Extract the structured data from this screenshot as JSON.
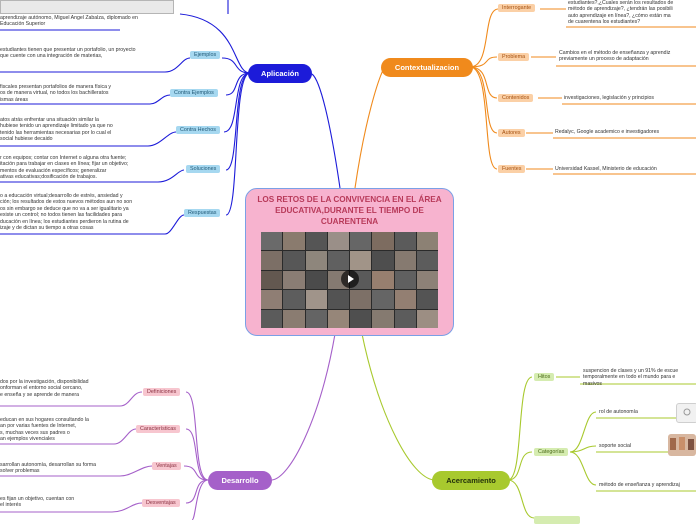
{
  "central": {
    "title": "LOS RETOS DE LA CONVIVENCIA EN EL ÁREA EDUCATIVA,DURANTE EL TIEMPO DE CUARENTENA"
  },
  "colors": {
    "aplicacion": "#1c1bd9",
    "contextualizacion": "#f08a1c",
    "desarrollo": "#a560c9",
    "acercamiento": "#a8c92e",
    "central_fill": "#f7b3cf",
    "central_border": "#7aa0e6"
  },
  "branches": {
    "aplicacion": {
      "label": "Aplicación",
      "top_text": "aprendizaje autónomo, Miguel Angel Zabalza, diplomado en\nEducación Superior",
      "ejemplos": {
        "label": "Ejemplos",
        "text": "estudiantes tienen que presentar un portafolio, un proyecto\n que cuente con una  integración de materias,"
      },
      "contra_ejemplos": {
        "label": "Contra Ejemplos",
        "text": "fiscales presentan portafolios de manera física y\nos de manera virtual, no todos los bachilleratos\nismas áreas"
      },
      "contra_hechos": {
        "label": "Contra Hechos",
        "text": "atos atrás enfrentar una situación similar la\n hubiese tenido un aprendizaje limitado ya que no\ntenido las herramientas necesarias por lo cual el\n social hubiese decaido"
      },
      "soluciones": {
        "label": "Soluciones",
        "text": "r con equipos; contar con Internet o alguna otra fuente;\nitación para trabajar en clases en línea; fijar un objetivo;\nmentos de evaluación específicos; generalizar\nativas educativas;dosificación de trabajos."
      },
      "respuestas": {
        "label": "Respuestas",
        "text": "o a educación virtual;desarrollo de estrés, ansiedad y\nción; los resultados de estos nuevos métodos aun no son\nos sin embargo se deduce que no va a ser igualitario ya\n existe un control; no todos tienen las facilidades para\nducación en línea; los estudiantes perdieron la rutina de\nizaje y de dictan su tiempo a otras cosas"
      }
    },
    "contextualizacion": {
      "label": "Contextualizacion",
      "interrogante": {
        "label": "Interrogante",
        "text": "estudiantes?,¿Cuales serán los resultados de\nmétodo de aprendizaje?, ¿tendrán las posibili\nauto aprendizaje en línea?, ¿cómo están ma\nde cuarentena los estudiantes?"
      },
      "problema": {
        "label": "Problema",
        "text": "Cambios en el método de enseñanza y aprendiz\npreviamente un proceso de adaptación"
      },
      "contenidos": {
        "label": "Contenidos",
        "text": "investigaciones, legislación y principios"
      },
      "autores": {
        "label": "Autores",
        "text": "Redalyc, Google academico e investigadores"
      },
      "fuentes": {
        "label": "Fuentes",
        "text": "Universidad Kassel, Ministerio de educación"
      }
    },
    "desarrollo": {
      "label": "Desarrollo",
      "definiciones": {
        "label": "Definiciones",
        "text": "dos por la investigación, disponibilidad\nonforman el entorno social cercano,\ne enseña y se aprende de manera"
      },
      "caracteristicas": {
        "label": "Características",
        "text": "educan en sus hogares consultando la\nan por varias fuentes de Internet,\ns, muchas veces sus padres o\nan ejemplos vivenciales"
      },
      "ventajas": {
        "label": "Ventajas",
        "text": "sarrollan autonomía, desarrollan su forma\nsolver problemas"
      },
      "desventajas": {
        "label": "Desventajas",
        "text": "es fijan un objetivo, cuentan con\nel interés"
      }
    },
    "acercamiento": {
      "label": "Acercamiento",
      "hitos": {
        "label": "Hitos",
        "text": "suspencion de clases y un 91% de escue\ntemporalmente en todo el mundo para e\nmasivos"
      },
      "categorias": {
        "label": "Categorías",
        "items": [
          "rol de autonomía",
          "soporte social",
          "método de enseñanza y aprendizaj"
        ]
      }
    }
  }
}
